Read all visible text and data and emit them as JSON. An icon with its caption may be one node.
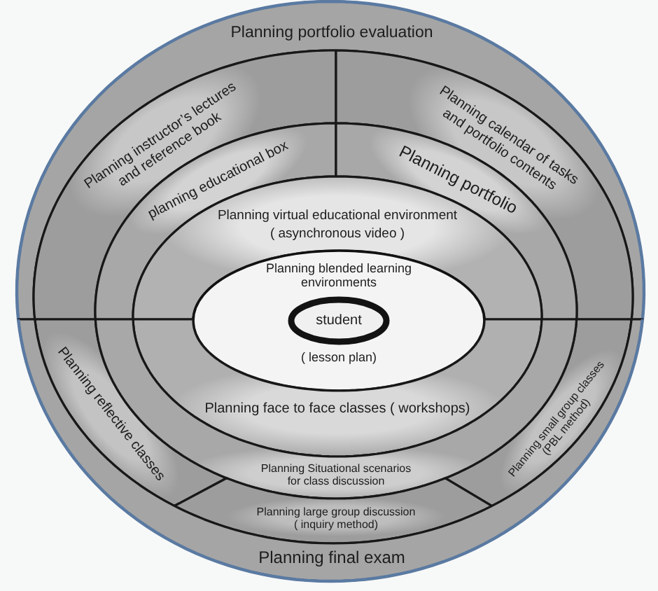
{
  "diagram": {
    "nodes": [
      {
        "text": [
          "Planning portfolio evaluation"
        ]
      },
      {
        "text": [
          "Planning instructor’s lectures and reference book"
        ]
      },
      {
        "text": [
          "Planning calendar of tasks and portfolio contents"
        ]
      },
      {
        "text": [
          "planning educational box"
        ]
      },
      {
        "text": [
          "Planning portfolio"
        ]
      },
      {
        "text": [
          "Planning virtual educational environment",
          "( asynchronous video )"
        ]
      },
      {
        "text": [
          "Planning blended learning environments",
          "( lesson plan)"
        ]
      },
      {
        "text": [
          "student"
        ],
        "in": 6
      },
      {
        "text": [
          "Planning face to face classes ( workshops)"
        ]
      },
      {
        "text": [
          "Planning reflective classes"
        ]
      },
      {
        "text": [
          "Planning small group classes (PBL method)"
        ]
      },
      {
        "text": [
          "Planning Situational scenarios for class discussion"
        ]
      },
      {
        "text": [
          "Planning large group discussion ( inquiry method)"
        ]
      },
      {
        "text": [
          "Planning final exam"
        ]
      }
    ]
  }
}
